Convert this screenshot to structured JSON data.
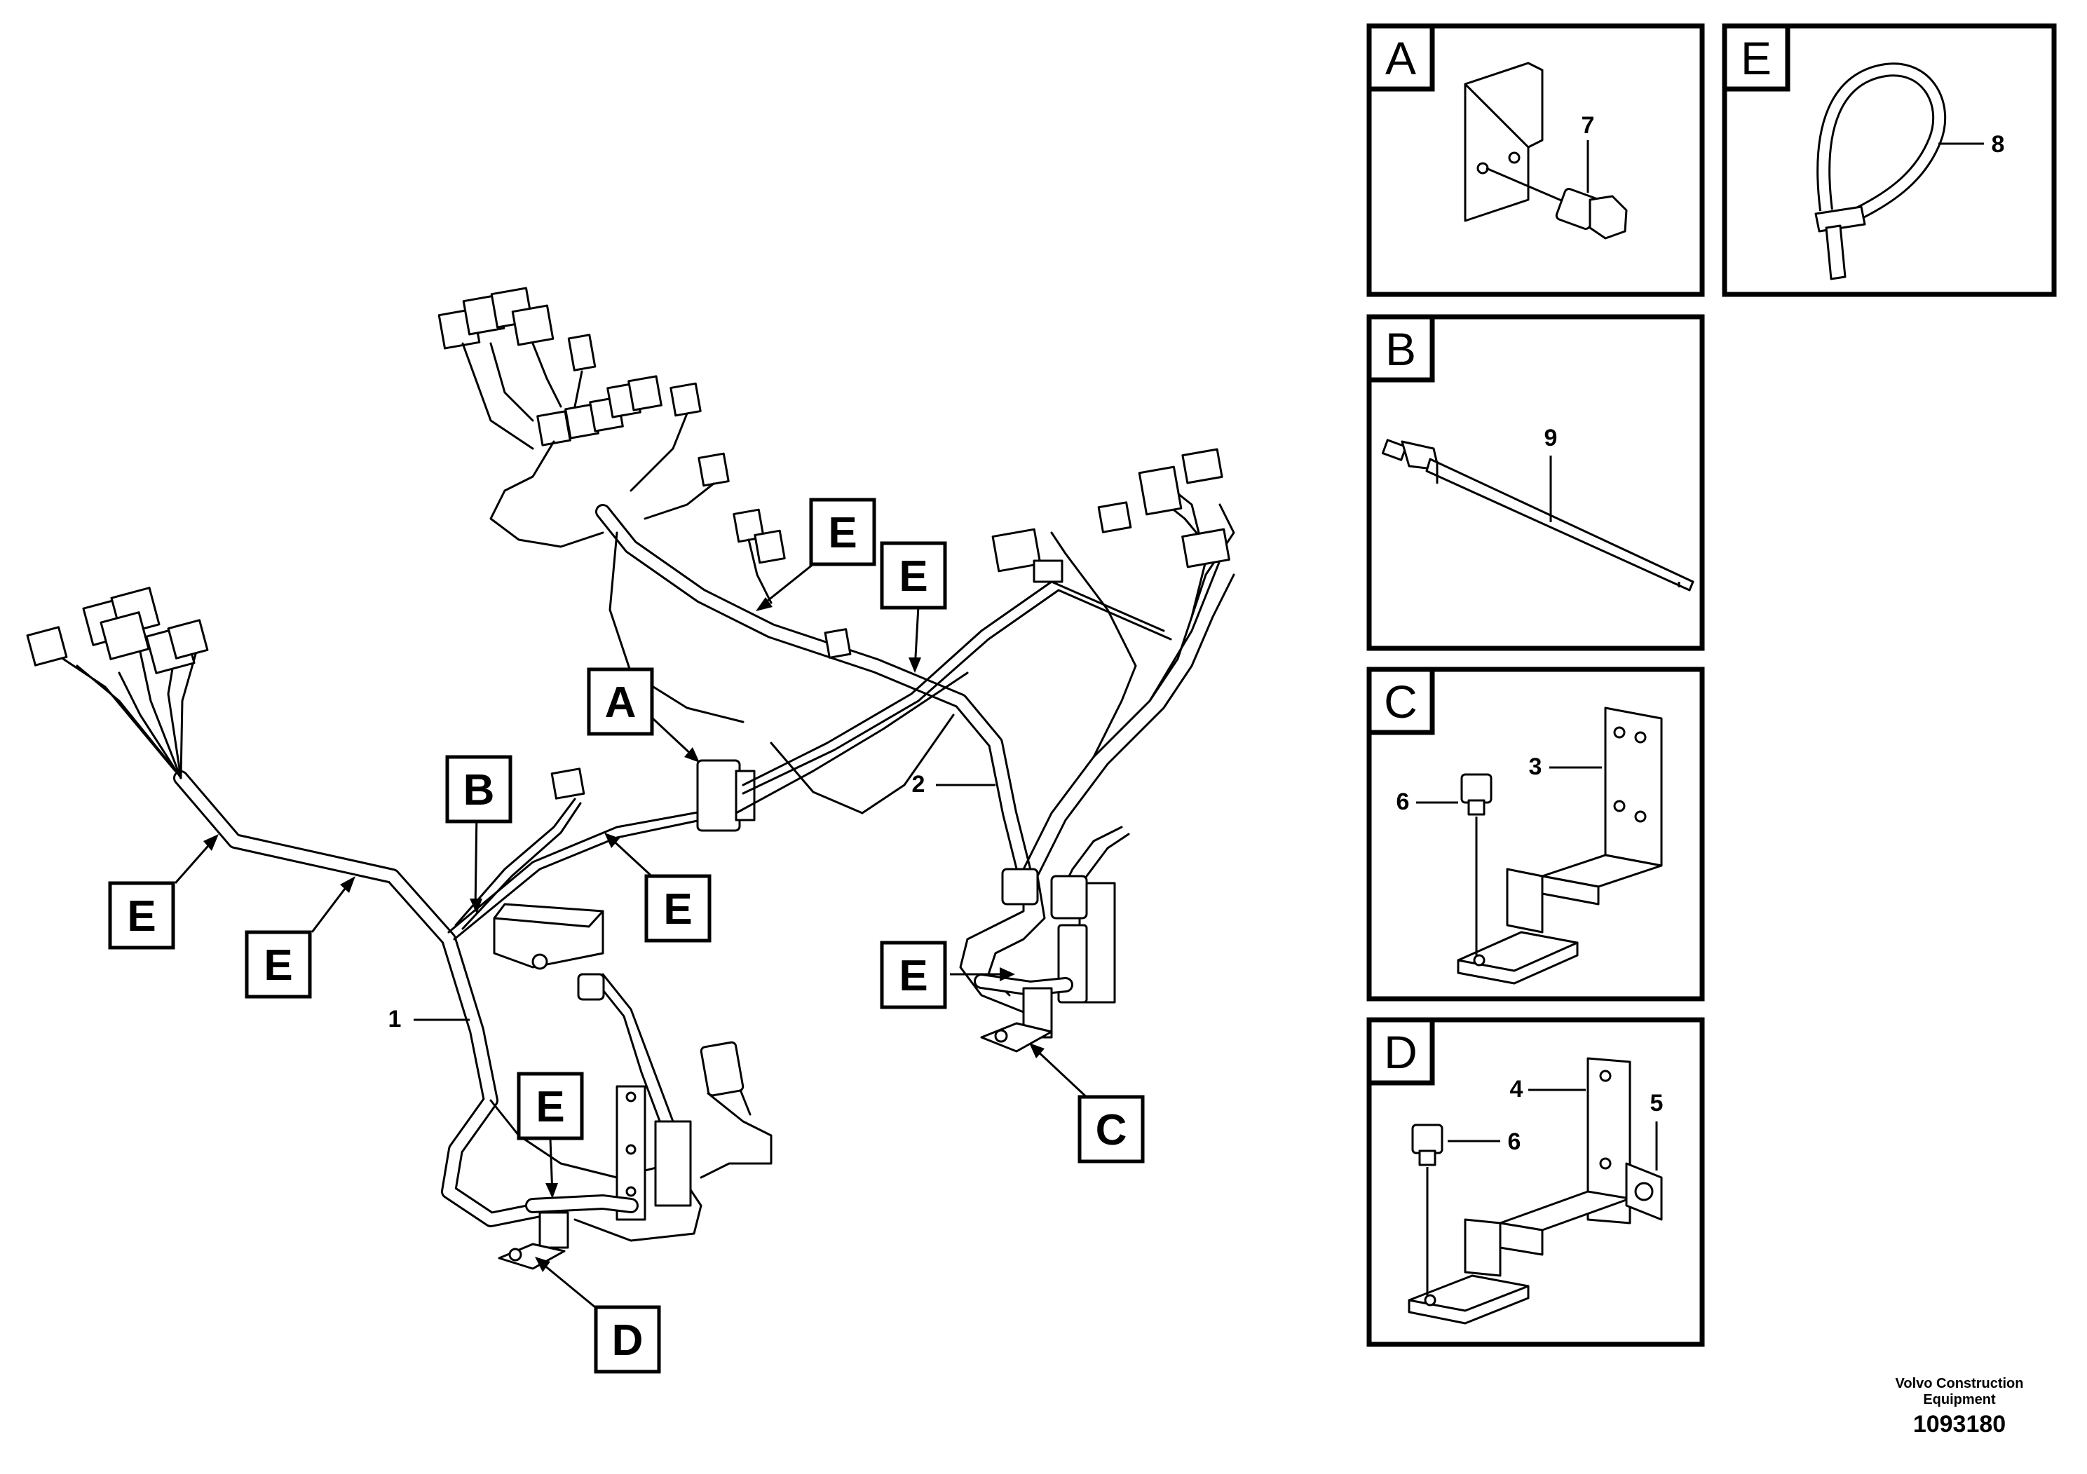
{
  "callouts": {
    "A": "A",
    "B": "B",
    "C": "C",
    "D": "D",
    "E": "E"
  },
  "item_numbers": [
    "1",
    "2",
    "3",
    "4",
    "5",
    "6",
    "7",
    "8",
    "9"
  ],
  "detail_panels": [
    {
      "letter": "A",
      "items": [
        "7"
      ]
    },
    {
      "letter": "E",
      "items": [
        "8"
      ]
    },
    {
      "letter": "B",
      "items": [
        "9"
      ]
    },
    {
      "letter": "C",
      "items": [
        "3",
        "6"
      ]
    },
    {
      "letter": "D",
      "items": [
        "4",
        "5",
        "6"
      ]
    }
  ],
  "credit": {
    "line1": "Volvo Construction",
    "line2": "Equipment",
    "doc_number": "1093180"
  }
}
